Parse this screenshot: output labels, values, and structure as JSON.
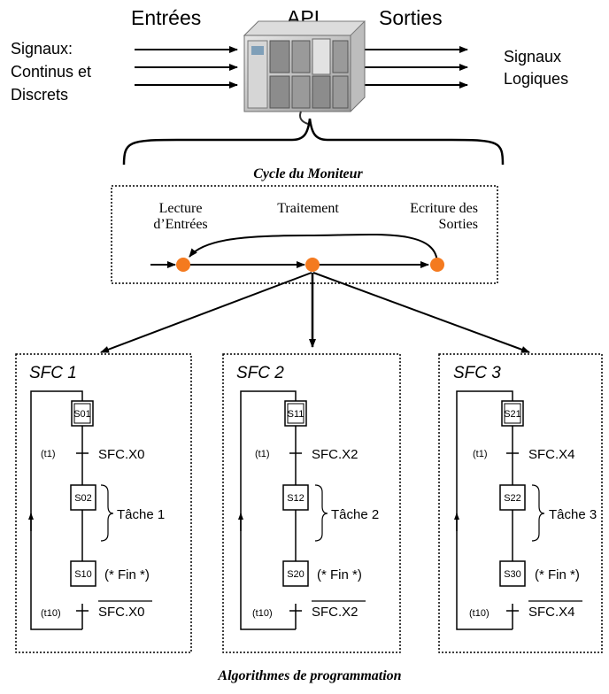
{
  "header": {
    "inputs_label": "Entrées",
    "api_label": "API",
    "outputs_label": "Sorties",
    "signals_in": [
      "Signaux:",
      "Continus et",
      "Discrets"
    ],
    "signals_out": [
      "Signaux",
      "Logiques"
    ]
  },
  "monitor": {
    "title": "Cycle du Moniteur",
    "reading": [
      "Lecture",
      "d’Entrées"
    ],
    "processing": "Traitement",
    "writing": [
      "Ecriture des",
      "Sorties"
    ]
  },
  "sfcs": [
    {
      "title": "SFC 1",
      "steps": [
        "S01",
        "S02",
        "S10"
      ],
      "t1_label": "(t1)",
      "t1_cond": "SFC.X0",
      "task_label": "Tâche 1",
      "end_label": "(* Fin *)",
      "t10_label": "(t10)",
      "t10_cond": "SFC.X0"
    },
    {
      "title": "SFC 2",
      "steps": [
        "S11",
        "S12",
        "S20"
      ],
      "t1_label": "(t1)",
      "t1_cond": "SFC.X2",
      "task_label": "Tâche 2",
      "end_label": "(* Fin *)",
      "t10_label": "(t10)",
      "t10_cond": "SFC.X2"
    },
    {
      "title": "SFC 3",
      "steps": [
        "S21",
        "S22",
        "S30"
      ],
      "t1_label": "(t1)",
      "t1_cond": "SFC.X4",
      "task_label": "Tâche 3",
      "end_label": "(* Fin *)",
      "t10_label": "(t10)",
      "t10_cond": "SFC.X4"
    }
  ],
  "footer": {
    "caption": "Algorithmes de programmation"
  },
  "colors": {
    "node": "#f47a1f",
    "line": "#000000"
  },
  "icons": {
    "plc": "plc-rack-icon"
  }
}
